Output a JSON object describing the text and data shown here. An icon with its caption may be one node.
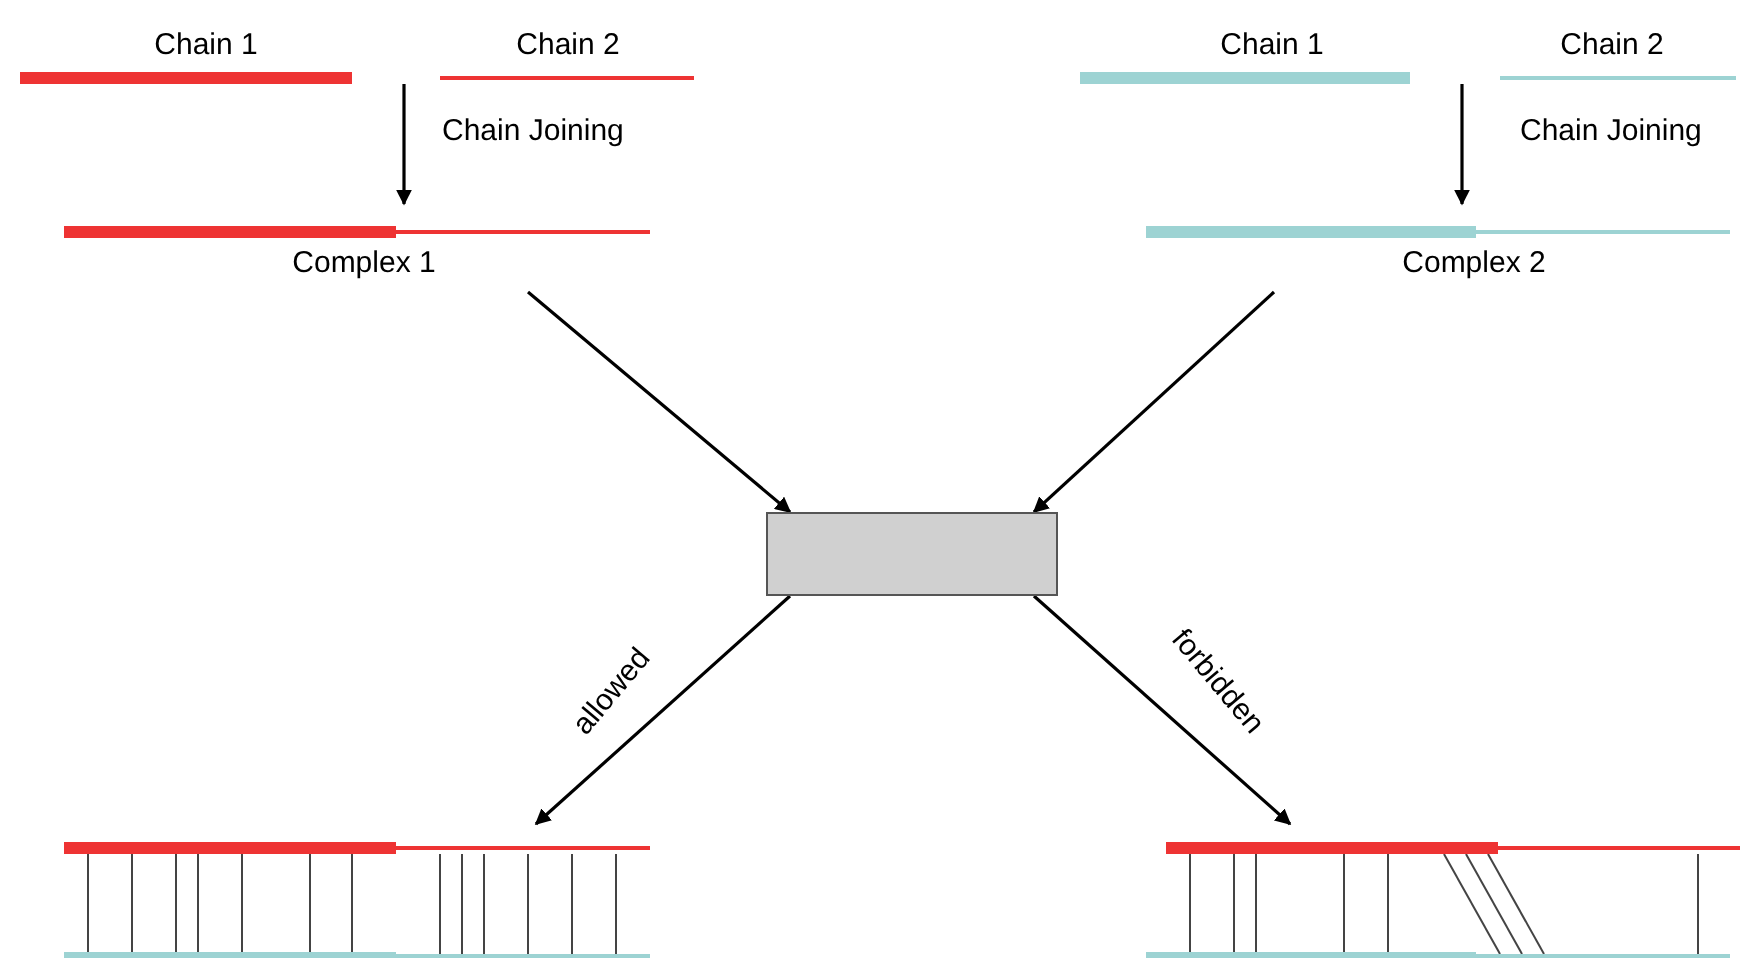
{
  "diagram": {
    "nodes": [
      {
        "text": [
          "Chain 1"
        ]
      },
      {
        "text": [
          "Chain 2"
        ]
      },
      {
        "text": [
          "Complex 1"
        ]
      },
      {
        "text": [
          "Chain 1"
        ]
      },
      {
        "text": [
          "Chain 2"
        ]
      },
      {
        "text": [
          "Complex 2"
        ]
      },
      {
        "text": [],
        "shape": "box"
      },
      {
        "text": [],
        "shape": "picture"
      },
      {
        "text": [],
        "shape": "picture"
      }
    ],
    "edges": [
      {
        "from": null,
        "to": 2,
        "arrow": "to",
        "label": "Chain Joining"
      },
      {
        "from": null,
        "to": 5,
        "arrow": "to",
        "label": "Chain Joining"
      },
      {
        "from": 2,
        "to": 6,
        "arrow": "to"
      },
      {
        "from": 5,
        "to": 6,
        "arrow": "to"
      },
      {
        "from": 6,
        "to": 7,
        "arrow": "to",
        "label": "allowed"
      },
      {
        "from": 6,
        "to": 8,
        "arrow": "to",
        "label": "forbidden"
      }
    ]
  }
}
